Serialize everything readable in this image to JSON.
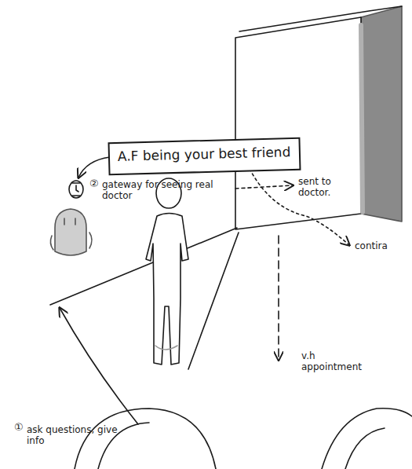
{
  "diagram": {
    "nodes": [
      {
        "text": [
          "A.F being your best friend"
        ]
      }
    ],
    "labels": [
      "②",
      "gateway for seeing real doctor",
      "sent to doctor.",
      "contira",
      "v.h appointment",
      "①",
      "ask questions, give info"
    ]
  }
}
